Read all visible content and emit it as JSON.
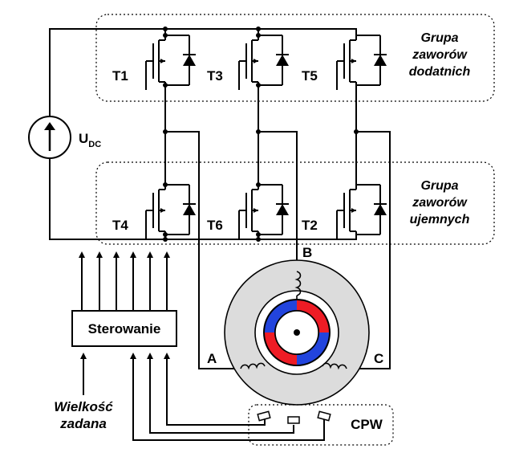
{
  "labels": {
    "t1": "T1",
    "t3": "T3",
    "t5": "T5",
    "t4": "T4",
    "t6": "T6",
    "t2": "T2",
    "source_main": "U",
    "source_sub": "DC",
    "phase_a": "A",
    "phase_b": "B",
    "phase_c": "C",
    "controller": "Sterowanie",
    "position_sensor": "CPW",
    "setpoint_line1": "Wielkość",
    "setpoint_line2": "zadana",
    "upper_group_line1": "Grupa",
    "upper_group_line2": "zaworów",
    "upper_group_line3": "dodatnich",
    "lower_group_line1": "Grupa",
    "lower_group_line2": "zaworów",
    "lower_group_line3": "ujemnych"
  },
  "colors": {
    "rotor_pole_red": "#ee1c25",
    "rotor_pole_blue": "#2244dd",
    "stator_fill": "#dcdcdc",
    "line": "#000000"
  }
}
